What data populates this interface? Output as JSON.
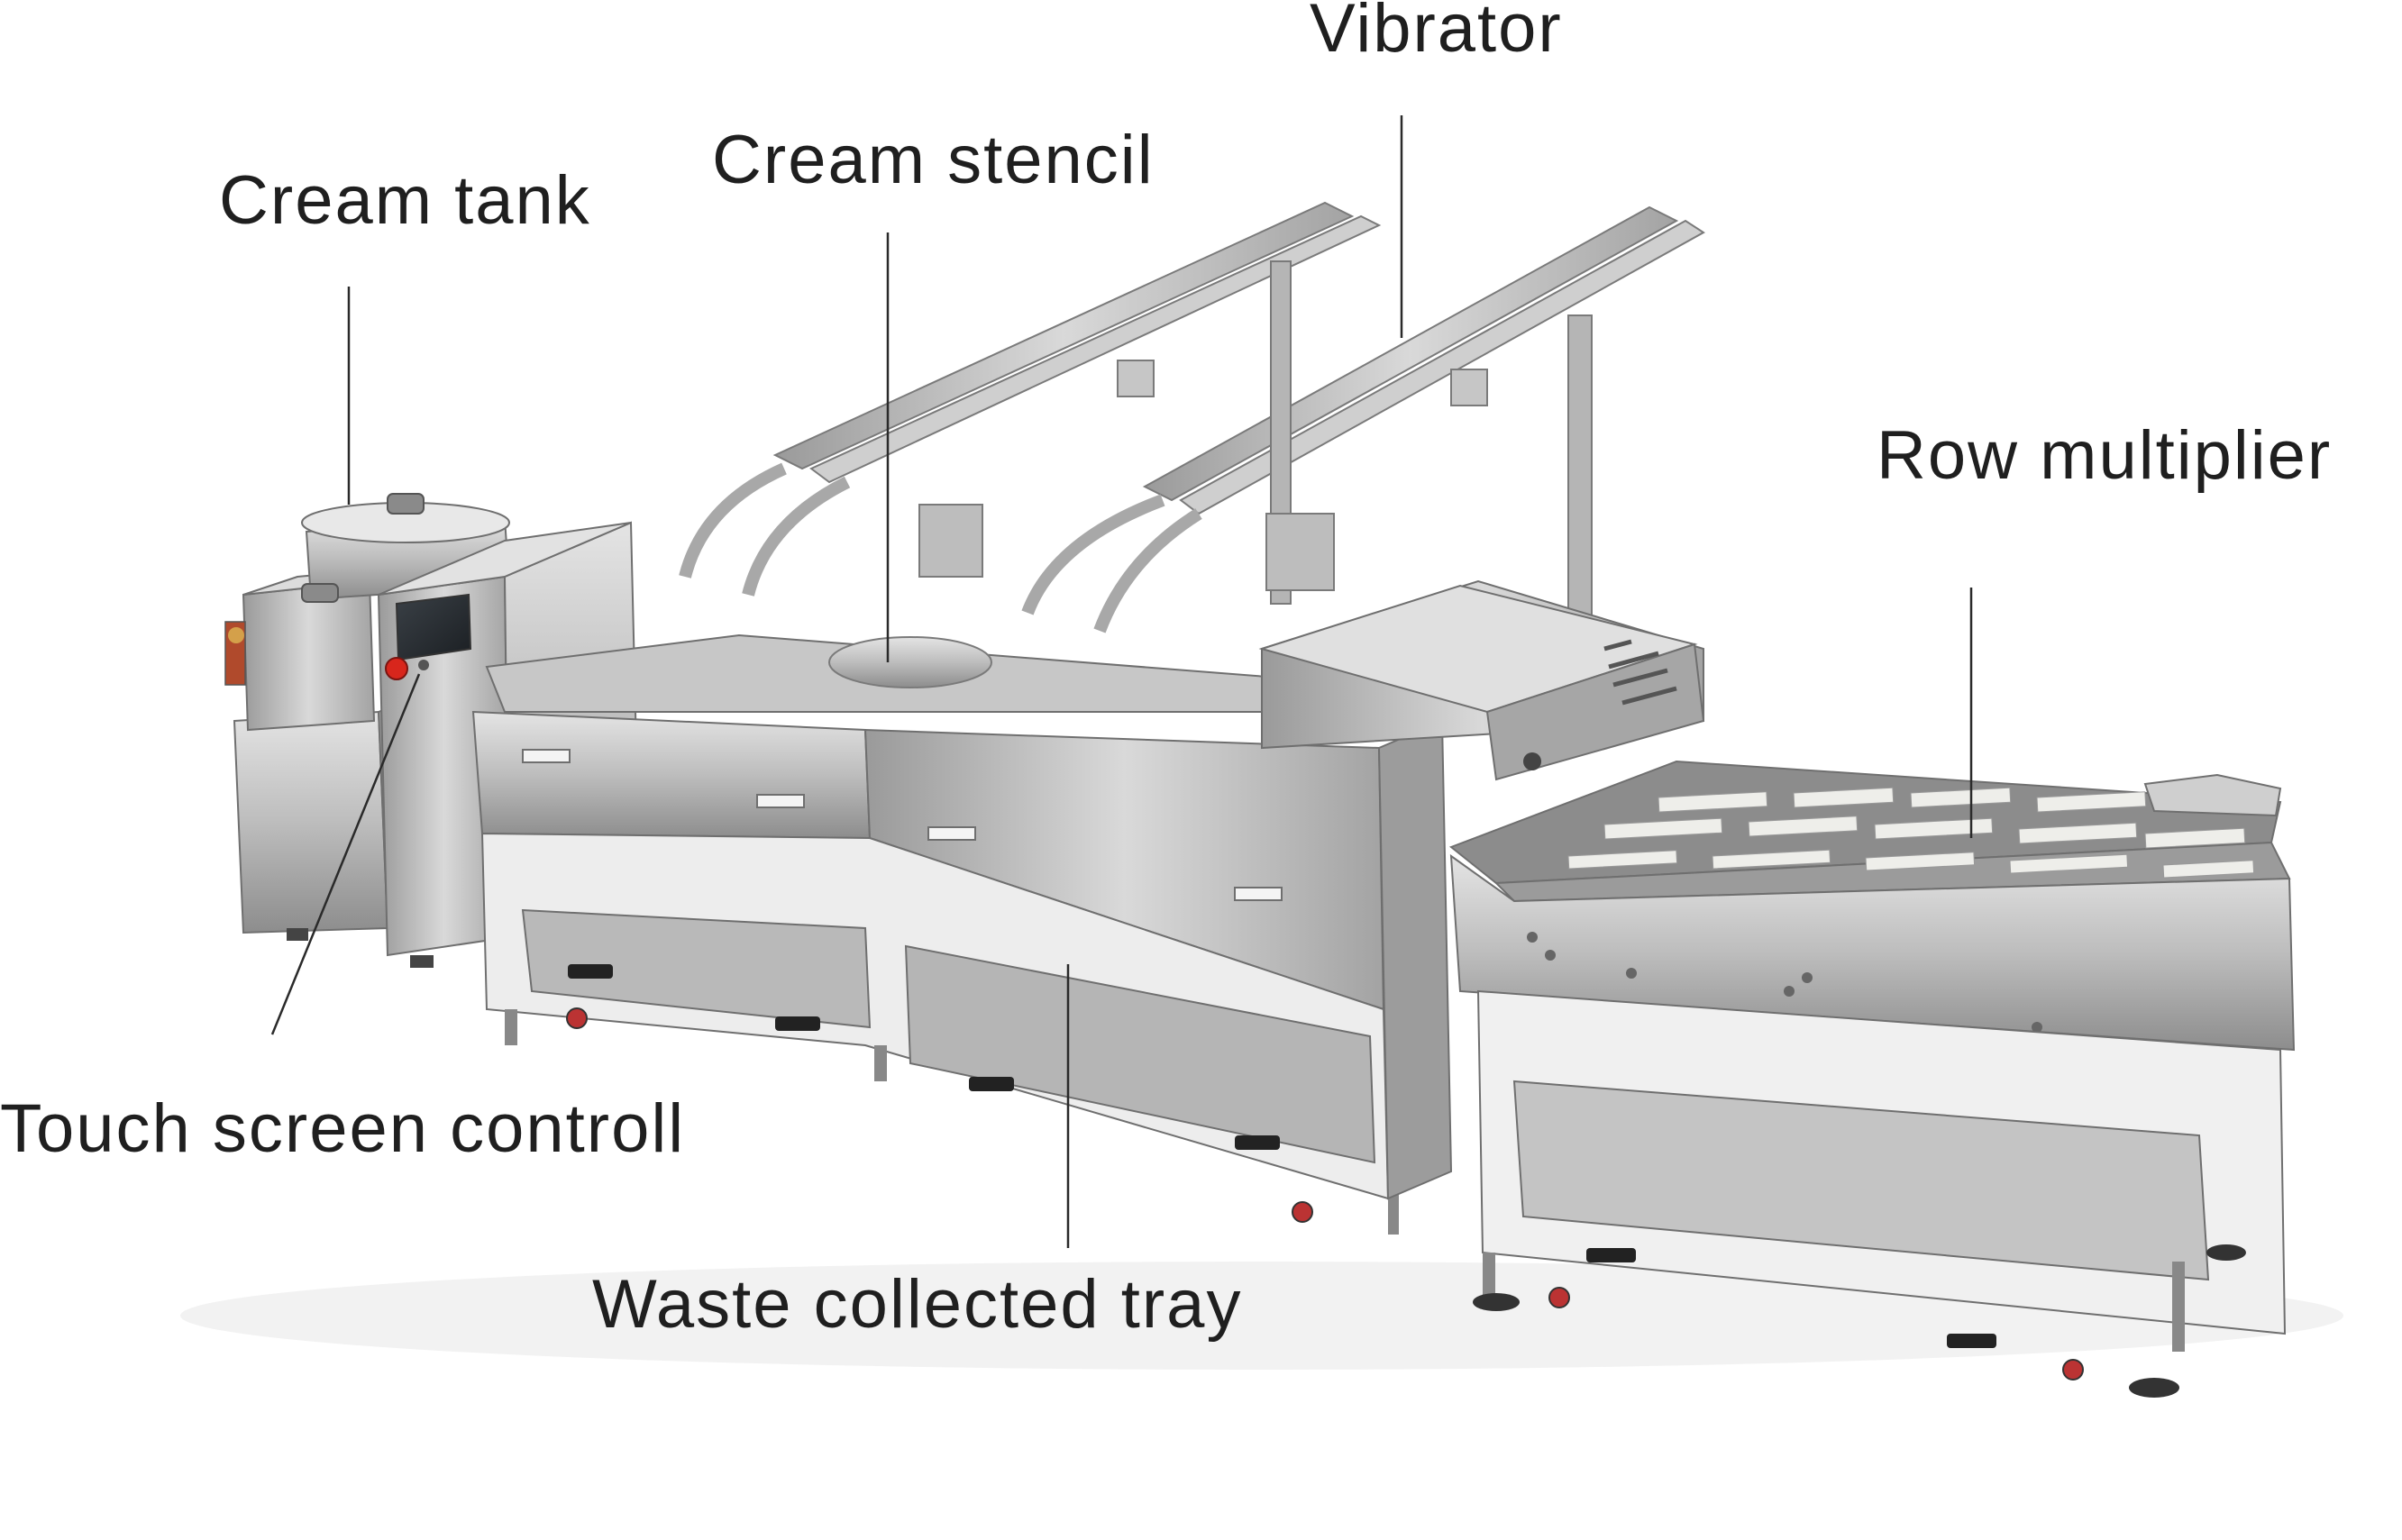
{
  "callouts": {
    "vibrator": "Vibrator",
    "cream_stencil": "Cream stencil",
    "cream_tank": "Cream tank",
    "row_multiplier": "Row multiplier",
    "touch_screen": "Touch screen controll",
    "waste_tray": "Waste collected tray"
  },
  "colors": {
    "background": "#ffffff",
    "label_text": "#1f1f1f",
    "steel_light": "#d6d6d6",
    "steel_mid": "#a9a9a9",
    "steel_dark": "#6f6f6f",
    "biscuit": "#eeeeea",
    "emergency_stop": "#d8261c"
  }
}
